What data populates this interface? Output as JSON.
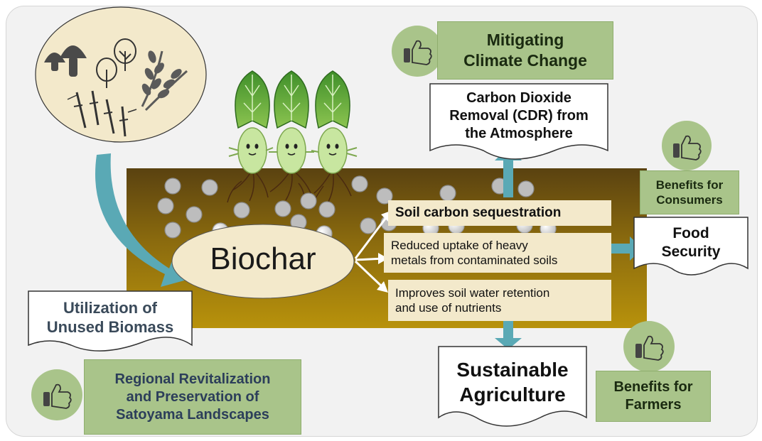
{
  "center": {
    "label": "Biochar"
  },
  "effects": [
    {
      "id": "soil-carbon",
      "text": "Soil carbon sequestration"
    },
    {
      "id": "heavy-metals",
      "text": "Reduced uptake of heavy\nmetals from contaminated soils"
    },
    {
      "id": "water-retention",
      "text": "Improves soil water retention\nand use of nutrients"
    }
  ],
  "outcomes": {
    "cdr": "Carbon Dioxide\nRemoval (CDR) from\nthe Atmosphere",
    "food_security": "Food\nSecurity",
    "sustainable_agriculture": "Sustainable\nAgriculture",
    "unused_biomass": "Utilization of\nUnused Biomass"
  },
  "benefits": {
    "climate": "Mitigating\nClimate Change",
    "consumers": "Benefits for\nConsumers",
    "farmers": "Benefits for\nFarmers",
    "regional": "Regional Revitalization\nand Preservation of\nSatoyama Landscapes"
  },
  "icons": [
    "thumbs-up-icon",
    "mushroom-icon",
    "tree-icon",
    "wheat-icon",
    "bamboo-icon",
    "vegetable-character-icon"
  ],
  "colors": {
    "soil_dark": "#5a4210",
    "soil_light": "#b8920c",
    "green_box": "#a9c48a",
    "arrow_teal": "#5aa9b5",
    "cream": "#f3e9cb"
  }
}
